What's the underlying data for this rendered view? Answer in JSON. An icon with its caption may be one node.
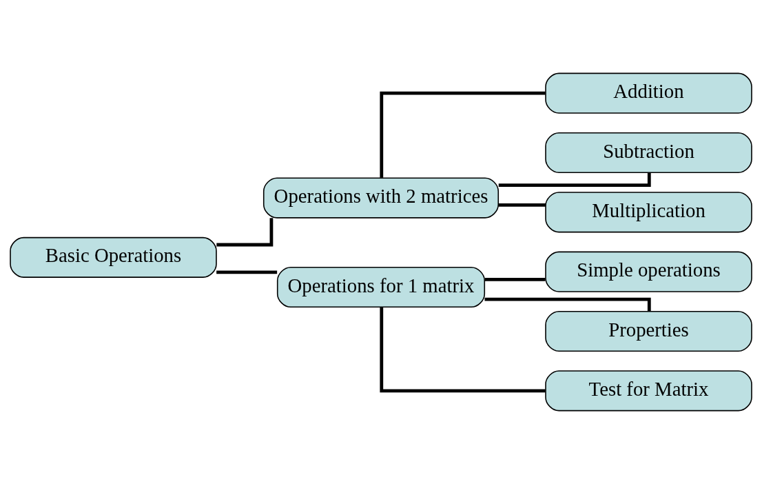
{
  "diagram": {
    "nodes": [
      {
        "text": [
          "Basic Operations"
        ]
      },
      {
        "text": [
          "Operations with 2 matrices"
        ]
      },
      {
        "text": [
          "Addition"
        ]
      },
      {
        "text": [
          "Subtraction"
        ]
      },
      {
        "text": [
          "Multiplication"
        ]
      },
      {
        "text": [
          "Operations for 1 matrix"
        ]
      },
      {
        "text": [
          "Simple operations"
        ]
      },
      {
        "text": [
          "Properties"
        ]
      },
      {
        "text": [
          "Test for Matrix"
        ]
      }
    ],
    "edges": [
      {
        "from": 0,
        "to": 1,
        "arrow": "none"
      },
      {
        "from": 1,
        "to": 2,
        "arrow": "none"
      },
      {
        "from": 1,
        "to": 3,
        "arrow": "none"
      },
      {
        "from": 1,
        "to": 4,
        "arrow": "none"
      },
      {
        "from": 0,
        "to": 5,
        "arrow": "none"
      },
      {
        "from": 5,
        "to": 6,
        "arrow": "none"
      },
      {
        "from": 5,
        "to": 7,
        "arrow": "none"
      },
      {
        "from": 5,
        "to": 8,
        "arrow": "none"
      }
    ]
  }
}
